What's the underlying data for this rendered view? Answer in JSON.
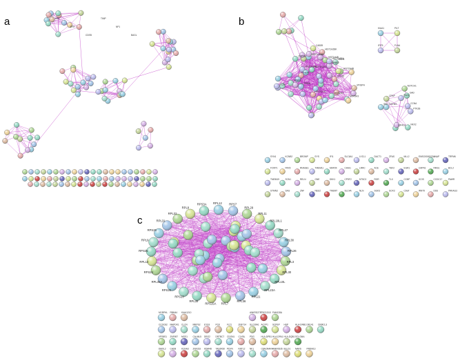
{
  "panels": [
    {
      "letter": "a"
    },
    {
      "letter": "b"
    },
    {
      "letter": "c"
    }
  ],
  "colors": {
    "edge": "#c040c8",
    "edge_dense": "#b82fc4",
    "node_palette": [
      "#9fd3e6",
      "#a8c8ea",
      "#b3d99a",
      "#d9e79a",
      "#f0d6a0",
      "#e8b0b0",
      "#c0c0f0",
      "#9bdcc8",
      "#d8b6e8",
      "#c8d8a0",
      "#e0c0a8",
      "#a8e0d0",
      "#7070c0",
      "#d05050",
      "#60b060",
      "#e0e080"
    ]
  },
  "panel_b_labels": {
    "top": [
      "CCDC101",
      "HIST2H3",
      "CNPY2",
      "HIST1H2BK",
      "HIST1H2AC",
      "MSLN",
      "HIST1H4B",
      "H1F0",
      "NRBF2",
      "HIST1H2BD",
      "HIST3H3",
      "HIST2H4B",
      "HIST1H2BA",
      "HIST1H2AK",
      "PRIM1",
      "SPHK2",
      "EZR",
      "CAB39",
      "MYBPH",
      "SPC25"
    ],
    "square": [
      "KIAA1",
      "PILT",
      "IFIT5",
      "FLNA"
    ],
    "cluster": [
      "EIF4G1",
      "CPAP",
      "GAD",
      "NOTCH1",
      "PTK2B",
      "NKX2",
      "GSTM3",
      "SRC",
      "CCNA",
      "PAK1"
    ]
  },
  "panel_b_grid": [
    [
      "SYN1",
      "KCNB2",
      "BROMP",
      "EYS",
      "IFI1",
      "SLC6A1",
      "LYZL1",
      "DACT1",
      "ZFAS",
      "MLL2",
      "ENSG00000224",
      "ANAP",
      "TRPM6"
    ],
    [
      "FOXP1",
      "PAX5",
      "RNASE1",
      "TMEM11",
      "MAP2K",
      "CHIA1",
      "LRRC",
      "ACE",
      "TBX2",
      "EGR1",
      "CAPN1",
      "RMS1",
      "BCL2"
    ],
    [
      "TMEM19",
      "SCN1",
      "RELN",
      "GNE",
      "DKK1",
      "CPSF2",
      "NT5C3",
      "ROR",
      "TLX",
      "CCBP",
      "ICOS",
      "CCDC17",
      "PAWR"
    ],
    [
      "STMN3",
      "SAG",
      "ZNF",
      "NEU2",
      "TMEM7",
      "SLC4A",
      "NLN",
      "SGK3",
      "SOX3",
      "C9orf",
      "WNT9",
      "DSS",
      "PRKAG3"
    ]
  ],
  "panel_c_ring": [
    "RPL12",
    "RPS7",
    "RPL29",
    "RPL11",
    "RPL18L1",
    "RPL27",
    "RPL38",
    "RPL26",
    "RPL3",
    "RPL30",
    "RPL10L",
    "RPL23A",
    "RPL21",
    "RPL36",
    "RPL7",
    "RPS15A",
    "RPL39",
    "RPS13",
    "RPS20",
    "RPL35A",
    "RPS24",
    "RPL14",
    "RPS25",
    "RPL9",
    "RPS28",
    "RPL31",
    "RPL32",
    "RPL8",
    "RPS3A"
  ],
  "panel_c_grid": [
    [
      "MYBPHL",
      "RBM44",
      "KIAA1210",
      "",
      "",
      "",
      "",
      "",
      "ANKRD27B",
      "TBC1D15",
      "FAM128A"
    ],
    [
      "CCDC82",
      "MAPDK1",
      "CLCN",
      "MRPS2",
      "EYS3",
      "PCK",
      "FLT1",
      "ZNF714",
      "SLC39A1",
      "ACYP1",
      "SCPEP",
      "HSP",
      "HLA-DRB1",
      "DR141",
      "CRMCL3"
    ],
    [
      "VPS8S1",
      "ZNF697",
      "MOS1",
      "CALML5",
      "DRG2",
      "DRTBC7",
      "CDON1",
      "CLYBL",
      "PDG",
      "HLA-DPB1",
      "HLA-DPA1",
      "HLA-DQB1",
      "SCLGMA"
    ],
    [
      "DMXL2",
      "CHD8",
      "KCNA3",
      "ZNF233",
      "KDM4D",
      "TAS2R30",
      "PDYN",
      "KRT12",
      "NF1",
      "C8ACRAR4",
      "ANKRD35",
      "BLLD1",
      "NARS",
      "PRDM13"
    ]
  ]
}
